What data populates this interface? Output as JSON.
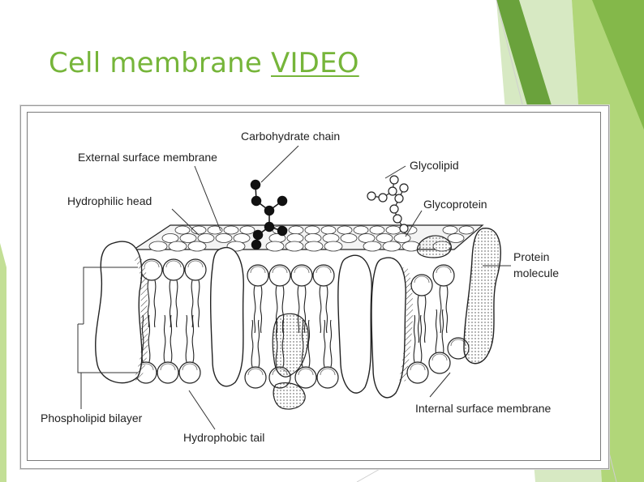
{
  "slide": {
    "title": "Cell membrane ",
    "title_link": "VIDEO",
    "colors": {
      "title": "#76B53A",
      "accent_light": "#A9D16A",
      "accent_dark": "#5E9A2E"
    }
  },
  "diagram": {
    "labels": {
      "carbohydrate_chain": "Carbohydrate chain",
      "external_surface_membrane": "External surface membrane",
      "glycolipid": "Glycolipid",
      "hydrophilic_head": "Hydrophilic head",
      "glycoprotein": "Glycoprotein",
      "protein_molecule_line1": "Protein",
      "protein_molecule_line2": "molecule",
      "phospholipid_bilayer": "Phospholipid bilayer",
      "internal_surface_membrane": "Internal surface membrane",
      "hydrophobic_tail": "Hydrophobic tail"
    }
  }
}
